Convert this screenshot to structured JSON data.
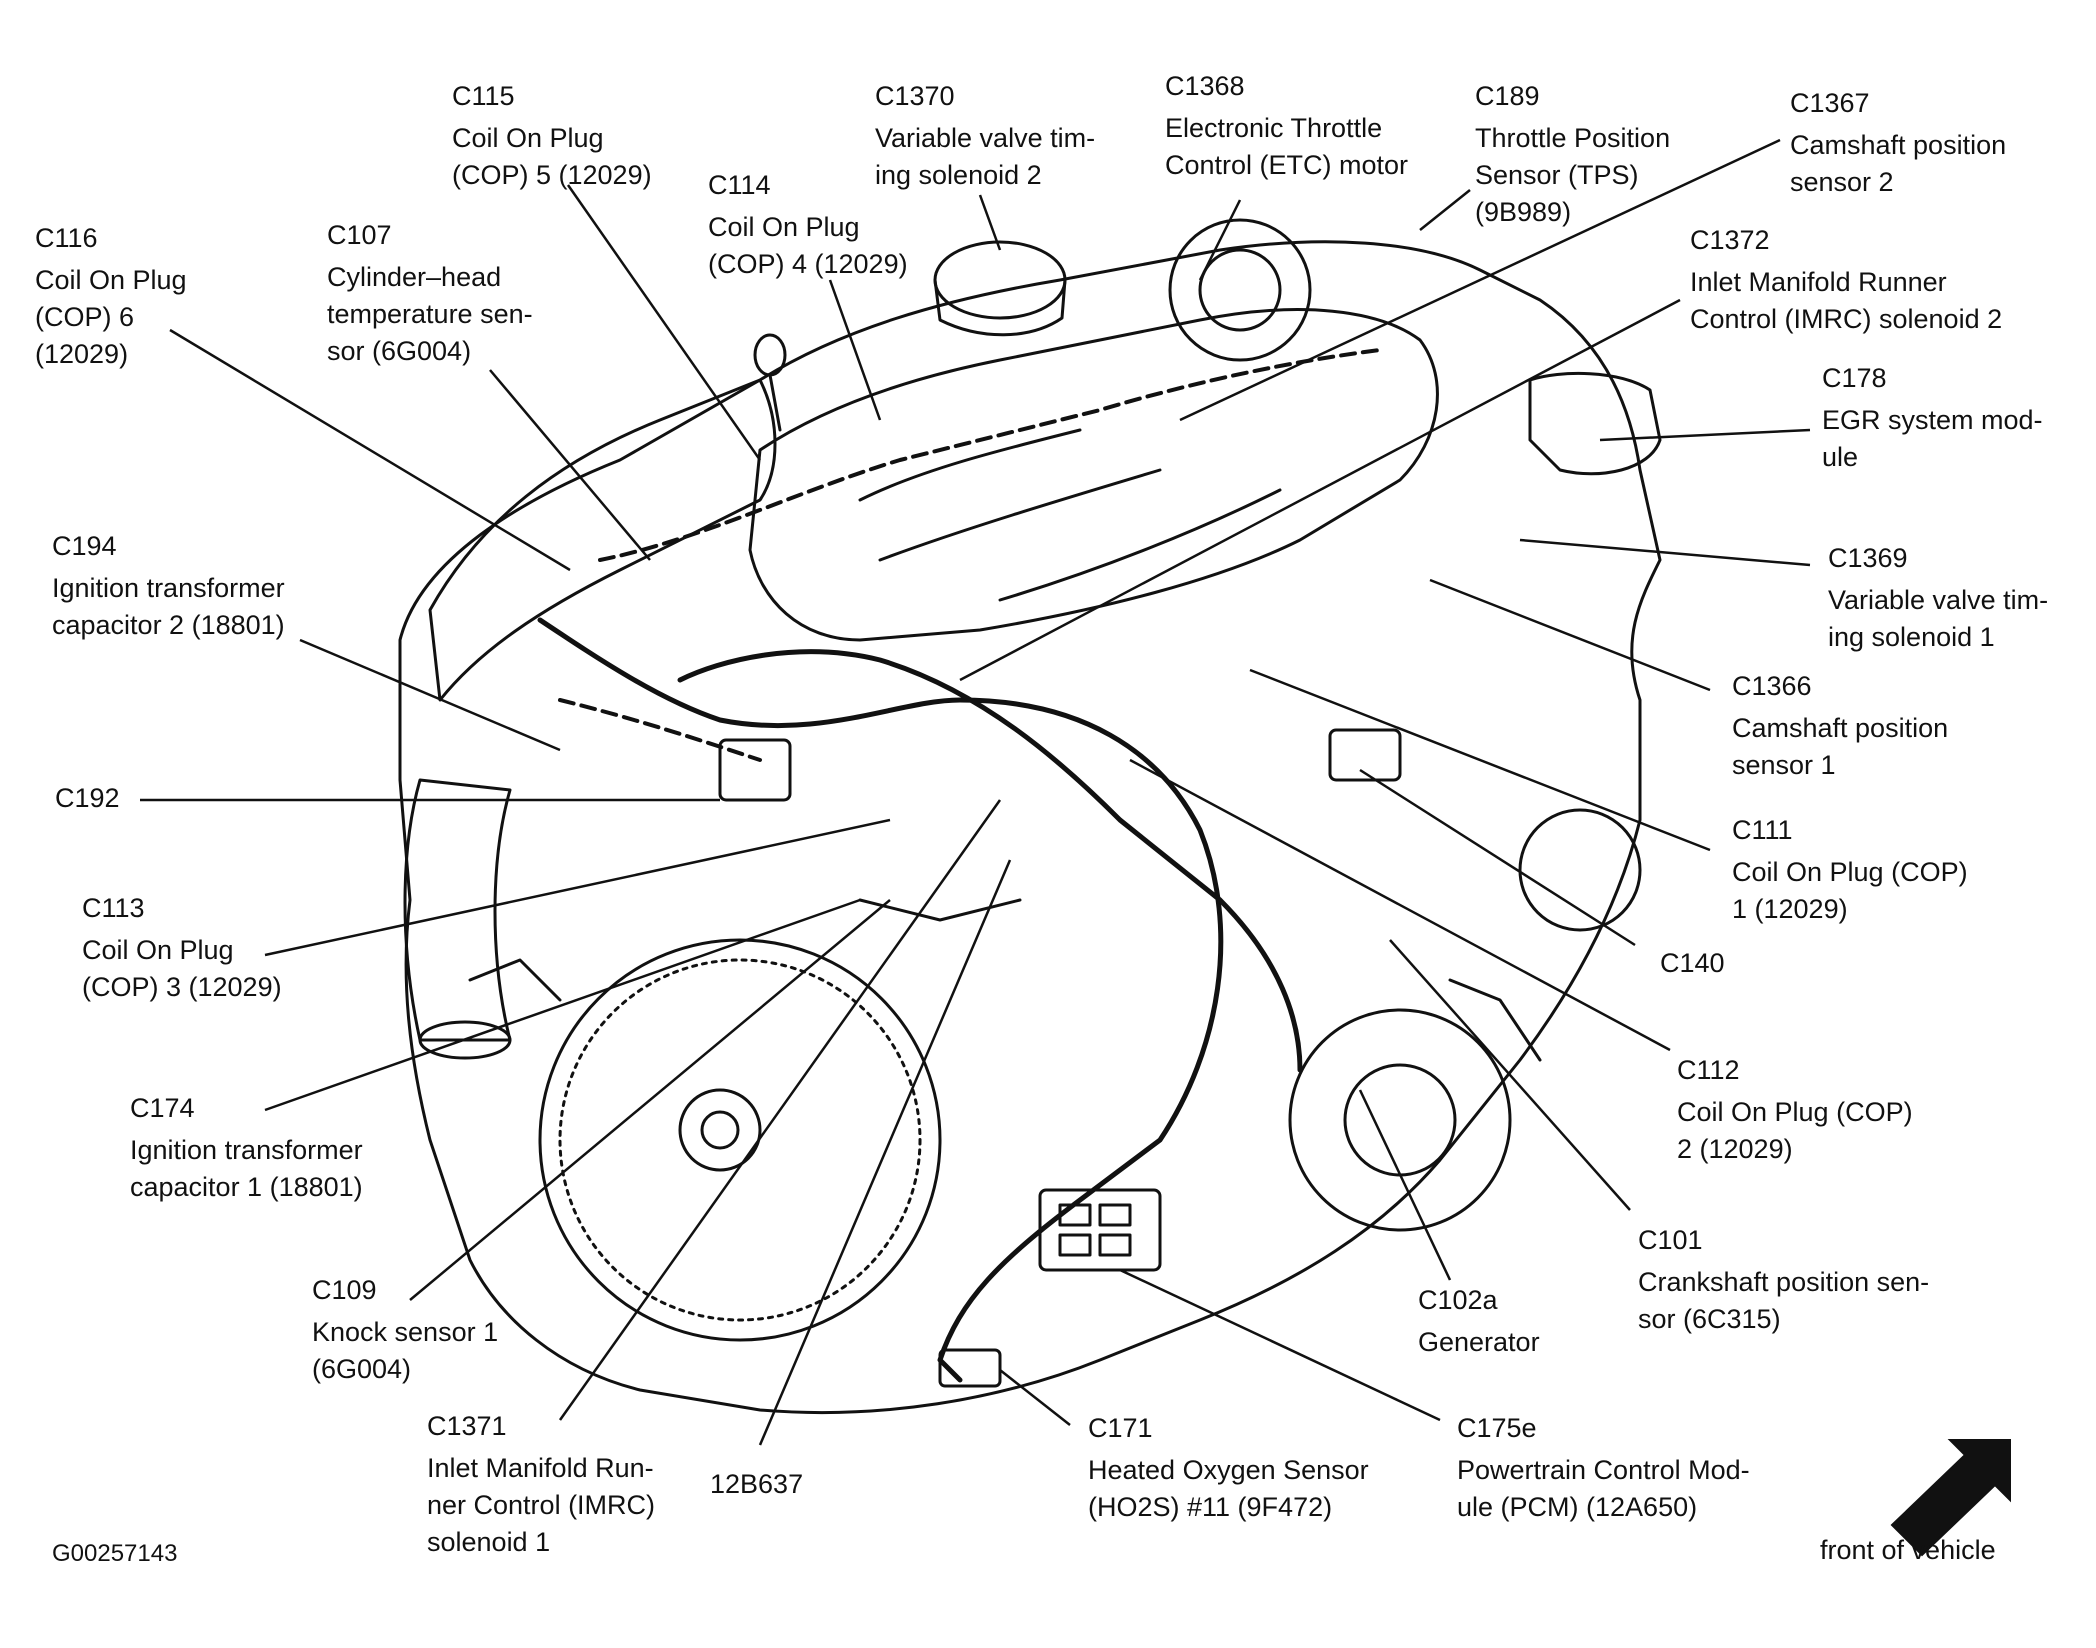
{
  "figure_id": "G00257143",
  "front_label": "front of vehicle",
  "callouts": [
    {
      "code": "C115",
      "lines": [
        "Coil On Plug",
        "(COP) 5 (12029)"
      ]
    },
    {
      "code": "C1370",
      "lines": [
        "Variable valve tim-",
        "ing solenoid 2"
      ]
    },
    {
      "code": "C1368",
      "lines": [
        "Electronic Throttle",
        "Control (ETC) motor"
      ]
    },
    {
      "code": "C189",
      "lines": [
        "Throttle Position",
        "Sensor (TPS)",
        "(9B989)"
      ]
    },
    {
      "code": "C1367",
      "lines": [
        "Camshaft position",
        "sensor 2"
      ]
    },
    {
      "code": "C116",
      "lines": [
        "Coil On Plug",
        "(COP) 6",
        "(12029)"
      ]
    },
    {
      "code": "C107",
      "lines": [
        "Cylinder–head",
        "temperature sen-",
        "sor (6G004)"
      ]
    },
    {
      "code": "C114",
      "lines": [
        "Coil On Plug",
        "(COP) 4 (12029)"
      ]
    },
    {
      "code": "C1372",
      "lines": [
        "Inlet Manifold Runner",
        "Control (IMRC) solenoid 2"
      ]
    },
    {
      "code": "C178",
      "lines": [
        "EGR system mod-",
        "ule"
      ]
    },
    {
      "code": "C194",
      "lines": [
        "Ignition transformer",
        "capacitor 2 (18801)"
      ]
    },
    {
      "code": "C1369",
      "lines": [
        "Variable valve tim-",
        "ing solenoid 1"
      ]
    },
    {
      "code": "C1366",
      "lines": [
        "Camshaft position",
        "sensor 1"
      ]
    },
    {
      "code": "C192",
      "lines": []
    },
    {
      "code": "C111",
      "lines": [
        "Coil On Plug (COP)",
        "1 (12029)"
      ]
    },
    {
      "code": "C113",
      "lines": [
        "Coil On Plug",
        "(COP) 3 (12029)"
      ]
    },
    {
      "code": "C140",
      "lines": []
    },
    {
      "code": "C112",
      "lines": [
        "Coil On Plug (COP)",
        "2 (12029)"
      ]
    },
    {
      "code": "C174",
      "lines": [
        "Ignition transformer",
        "capacitor 1 (18801)"
      ]
    },
    {
      "code": "C101",
      "lines": [
        "Crankshaft position sen-",
        "sor (6C315)"
      ]
    },
    {
      "code": "C109",
      "lines": [
        "Knock sensor 1",
        "(6G004)"
      ]
    },
    {
      "code": "C102a",
      "lines": [
        "Generator"
      ]
    },
    {
      "code": "C1371",
      "lines": [
        "Inlet Manifold Run-",
        "ner Control (IMRC)",
        "solenoid 1"
      ]
    },
    {
      "code": "12B637",
      "lines": []
    },
    {
      "code": "C171",
      "lines": [
        "Heated Oxygen Sensor",
        "(HO2S) #11 (9F472)"
      ]
    },
    {
      "code": "C175e",
      "lines": [
        "Powertrain Control Mod-",
        "ule (PCM) (12A650)"
      ]
    }
  ]
}
